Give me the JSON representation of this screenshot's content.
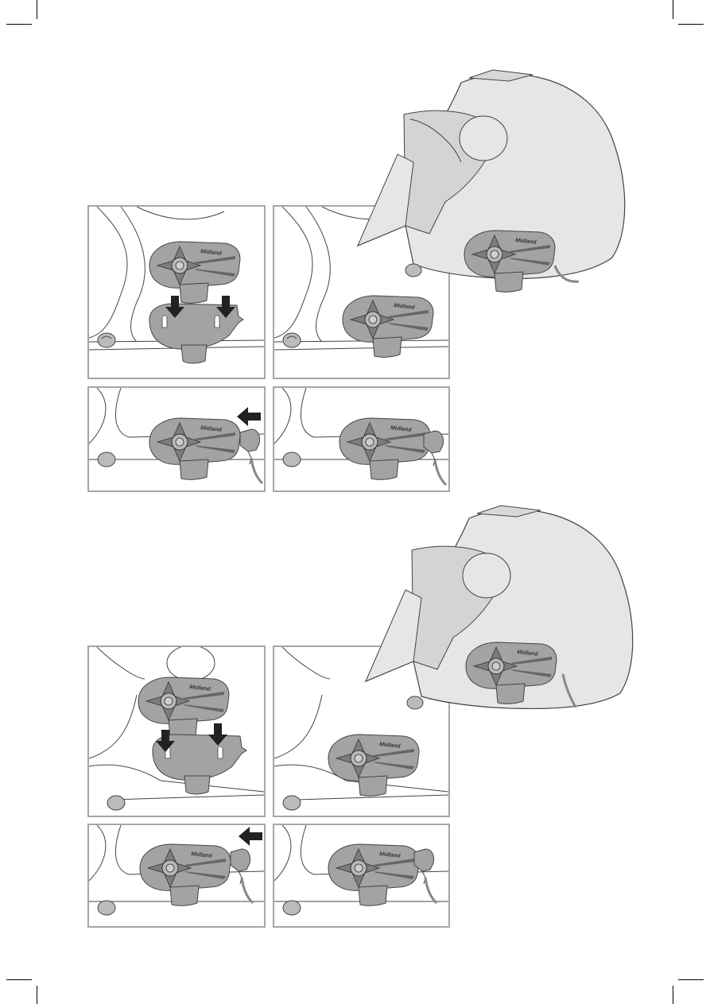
{
  "brand": {
    "text": "Midland"
  },
  "sections": [
    {
      "id": "mounting-a",
      "panels": [
        "place-base",
        "base-attached",
        "plug-cable",
        "cable-connected"
      ]
    },
    {
      "id": "mounting-b",
      "panels": [
        "place-base",
        "base-attached",
        "plug-cable",
        "cable-connected"
      ]
    }
  ],
  "icons": {
    "arrow": "arrow-down-icon",
    "arrow_left": "arrow-left-icon"
  },
  "colors": {
    "device_fill": "#a3a3a3",
    "device_dark": "#7d7d7d",
    "helmet_fill": "#e6e6e6",
    "panel_border": "#a6a6a6",
    "arrow": "#222222"
  }
}
